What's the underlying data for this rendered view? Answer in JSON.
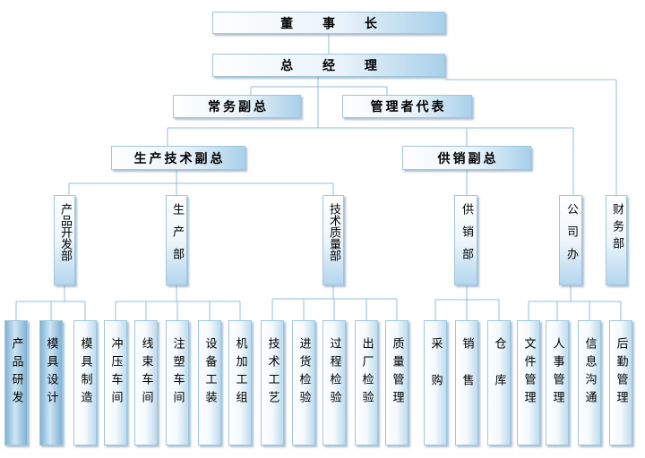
{
  "org_chart": {
    "chairman": "董 事 长",
    "general_manager": "总 经 理",
    "executive_vp": "常务副总",
    "mgmt_rep": "管理者代表",
    "production_vp": "生产技术副总",
    "sales_vp": "供销副总",
    "departments": {
      "product_dev": "产品开发部",
      "production": "生产部",
      "quality": "技术质量部",
      "supply_sales": "供销部",
      "company_office": "公司办",
      "finance": "财务部"
    },
    "units": [
      "产品研发",
      "模具设计",
      "模具制造",
      "冲压车间",
      "线束车间",
      "注塑车间",
      "设备工装",
      "机加工组",
      "技术工艺",
      "进货检验",
      "过程检验",
      "出厂检验",
      "质量管理",
      "采购",
      "销售",
      "仓库",
      "文件管理",
      "人事管理",
      "信息沟通",
      "后勤管理"
    ]
  }
}
